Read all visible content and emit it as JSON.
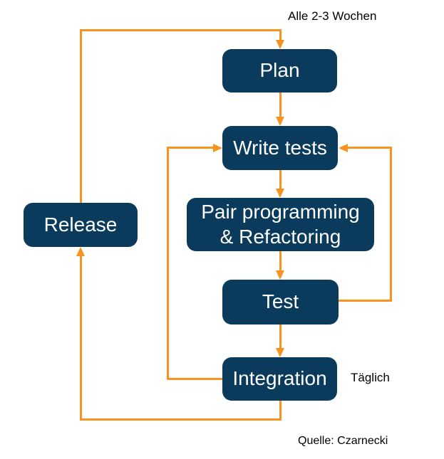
{
  "diagram": {
    "title_annotation": "Alle 2-3 Wochen",
    "daily_annotation": "Täglich",
    "source_annotation": "Quelle: Czarnecki",
    "nodes": {
      "plan": {
        "label": "Plan"
      },
      "write_tests": {
        "label": "Write tests"
      },
      "pair": {
        "label": "Pair programming\n& Refactoring"
      },
      "test": {
        "label": "Test"
      },
      "integration": {
        "label": "Integration"
      },
      "release": {
        "label": "Release"
      }
    },
    "edges": [
      "release -> plan (top loop, Alle 2-3 Wochen)",
      "plan -> write_tests",
      "write_tests -> pair",
      "pair -> test",
      "test -> integration",
      "test -> write_tests (right feedback loop)",
      "integration -> write_tests (left feedback loop)",
      "integration -> release (bottom loop, Täglich)"
    ],
    "colors": {
      "box_fill": "#0a3a5c",
      "box_text": "#ffffff",
      "arrow": "#f7931e",
      "annotation_text": "#000000",
      "background": "#ffffff"
    }
  }
}
